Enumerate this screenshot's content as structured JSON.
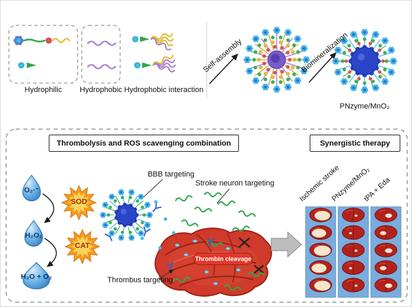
{
  "scheme": {
    "hydrophilic": "Hydrophilic",
    "hydrophobic": "Hydrophobic",
    "interaction": "Hydrophobic interaction",
    "self_assembly": "Self-assembly",
    "biomineralization": "Biomineralization",
    "particle_name": "PNzyme/MnO₂"
  },
  "combination": {
    "title": "Thrombolysis and ROS scavenging combination",
    "ros_cascade": {
      "superoxide": "O₂·⁻",
      "sod": "SOD",
      "hydrogen_peroxide": "H₂O₂",
      "cat": "CAT",
      "water_oxygen": "H₂O + O₂"
    },
    "targeting": {
      "bbb": "BBB targeting",
      "neuron": "Stroke neuron targeting",
      "thrombin": "Thrombin cleavage",
      "thrombus": "Thrombus targeting"
    }
  },
  "synergy": {
    "title": "Synergistic therapy",
    "columns": [
      {
        "label": "Ischemic stroke",
        "infarct": 0.8
      },
      {
        "label": "PNzyme/MnO₂",
        "infarct": 0.1
      },
      {
        "label": "tPA + Eda",
        "infarct": 0.35
      }
    ]
  },
  "colors": {
    "panel": "#79addd",
    "clot": "#cf3a2a",
    "slice_body": "#b2221d",
    "slice_infarct": "#f3e6cc",
    "star_outer": "#f59b1e",
    "star_inner": "#fad55a",
    "droplet": "#6fb5e8",
    "core_blue": "#2b45c8",
    "corona_cyan": "#45b7e8",
    "green": "#3fae5c"
  }
}
